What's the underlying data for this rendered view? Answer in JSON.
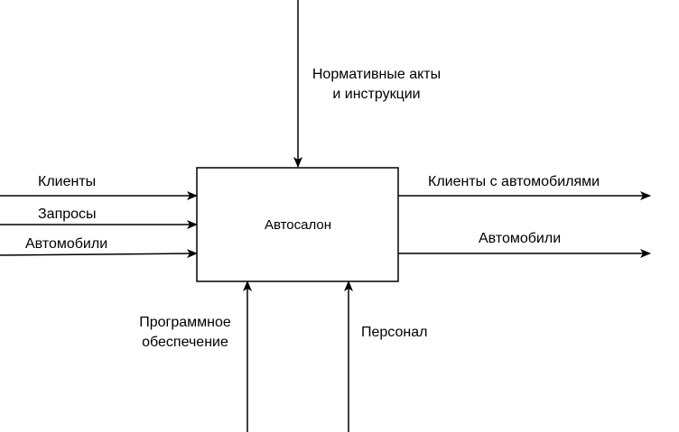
{
  "diagram": {
    "box": {
      "label": "Автосалон"
    },
    "controls": [
      {
        "line1": "Нормативные акты",
        "line2": "и инструкции"
      }
    ],
    "inputs": [
      {
        "label": "Клиенты"
      },
      {
        "label": "Запросы"
      },
      {
        "label": "Автомобили"
      }
    ],
    "outputs": [
      {
        "label": "Клиенты с автомобилями"
      },
      {
        "label": "Автомобили"
      }
    ],
    "mechanisms": [
      {
        "line1": "Программное",
        "line2": "обеспечение"
      },
      {
        "line1": "Персонал"
      }
    ],
    "colors": {
      "stroke": "#000000",
      "background": "#ffffff"
    }
  }
}
